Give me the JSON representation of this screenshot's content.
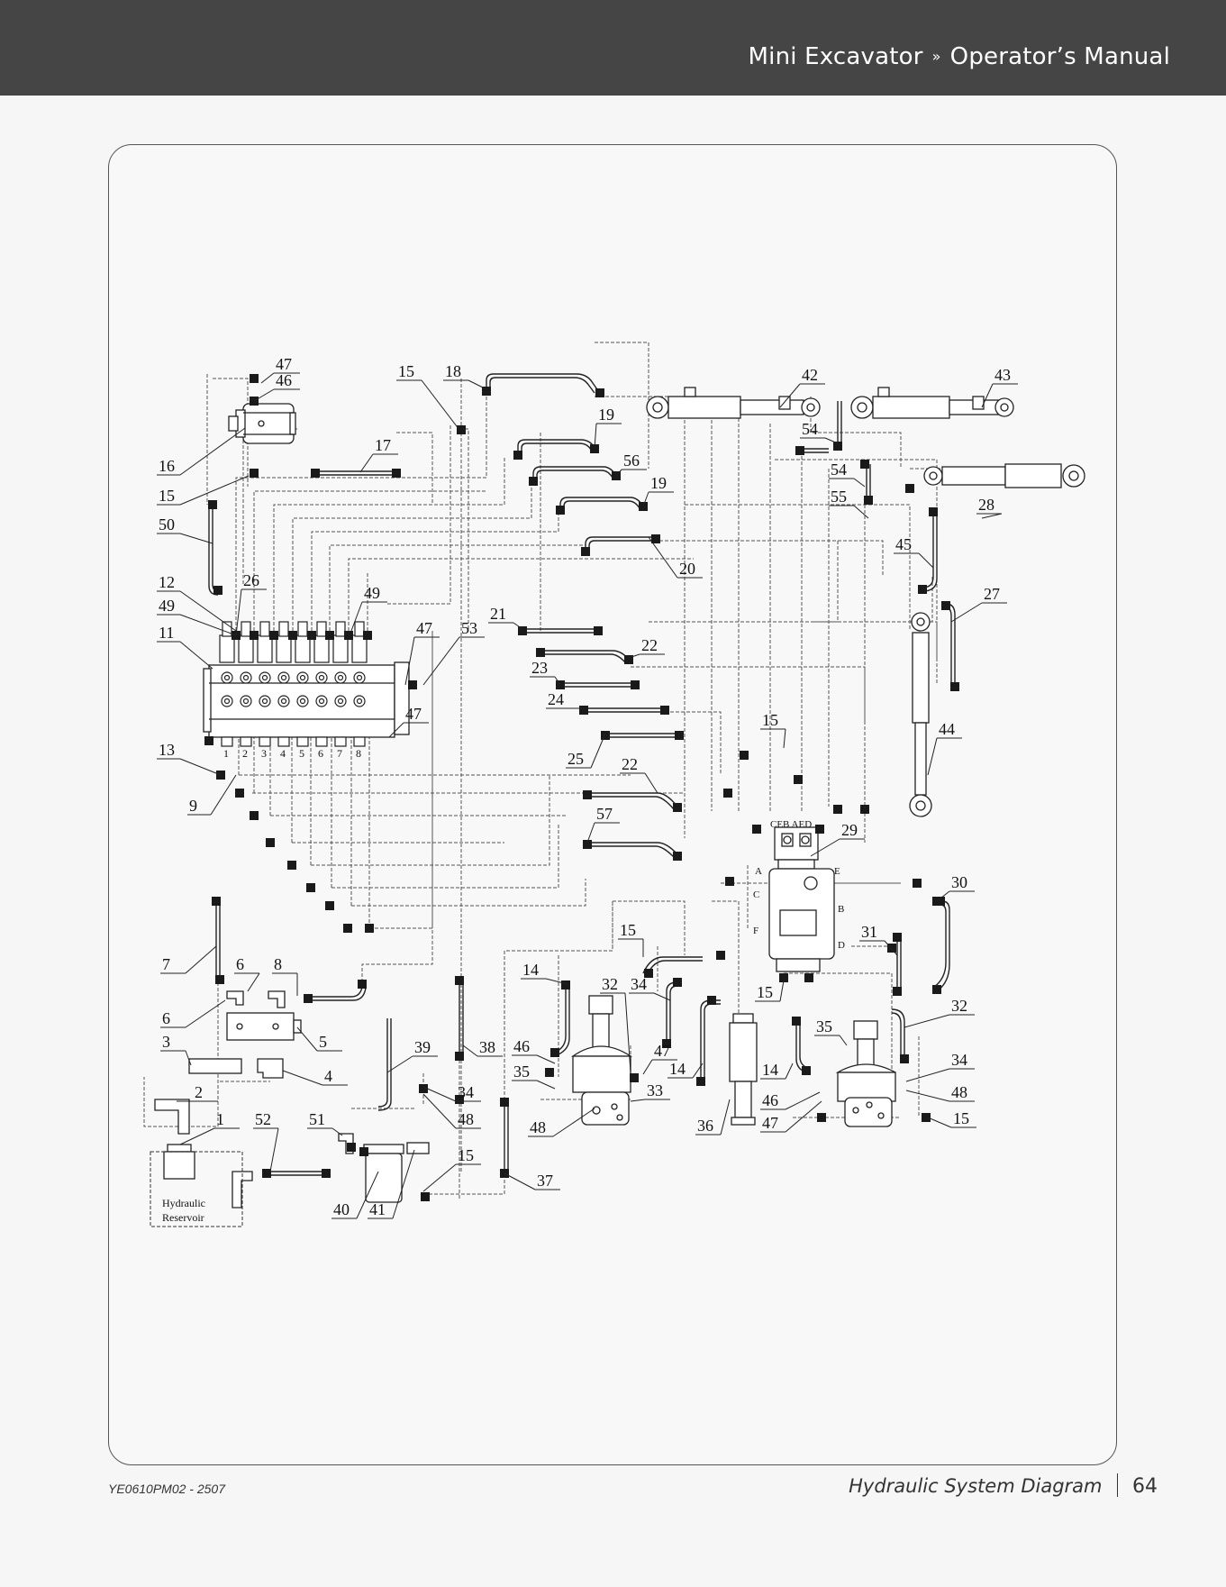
{
  "header": {
    "product": "Mini Excavator",
    "separator": "»",
    "manual": "Operator’s Manual"
  },
  "footer": {
    "doc_code": "YE0610PM02 - 2507",
    "section_title": "Hydraulic System Diagram",
    "page_number": "64"
  },
  "diagram": {
    "reservoir_label_line1": "Hydraulic",
    "reservoir_label_line2": "Reservoir",
    "valve_section_numbers": [
      "1",
      "2",
      "3",
      "4",
      "5",
      "6",
      "7",
      "8"
    ],
    "swivel_ports_top": "CEB AED",
    "swivel_ports_side": [
      "A",
      "C",
      "F",
      "E",
      "B",
      "D"
    ],
    "callouts": [
      {
        "n": "47"
      },
      {
        "n": "46"
      },
      {
        "n": "16"
      },
      {
        "n": "15"
      },
      {
        "n": "50"
      },
      {
        "n": "12"
      },
      {
        "n": "49"
      },
      {
        "n": "11"
      },
      {
        "n": "26"
      },
      {
        "n": "49"
      },
      {
        "n": "47"
      },
      {
        "n": "53"
      },
      {
        "n": "47"
      },
      {
        "n": "13"
      },
      {
        "n": "9"
      },
      {
        "n": "15"
      },
      {
        "n": "18"
      },
      {
        "n": "17"
      },
      {
        "n": "19"
      },
      {
        "n": "56"
      },
      {
        "n": "19"
      },
      {
        "n": "20"
      },
      {
        "n": "21"
      },
      {
        "n": "22"
      },
      {
        "n": "23"
      },
      {
        "n": "24"
      },
      {
        "n": "25"
      },
      {
        "n": "22"
      },
      {
        "n": "57"
      },
      {
        "n": "42"
      },
      {
        "n": "43"
      },
      {
        "n": "54"
      },
      {
        "n": "54"
      },
      {
        "n": "55"
      },
      {
        "n": "28"
      },
      {
        "n": "45"
      },
      {
        "n": "27"
      },
      {
        "n": "44"
      },
      {
        "n": "15"
      },
      {
        "n": "29"
      },
      {
        "n": "30"
      },
      {
        "n": "31"
      },
      {
        "n": "32"
      },
      {
        "n": "34"
      },
      {
        "n": "48"
      },
      {
        "n": "15"
      },
      {
        "n": "7"
      },
      {
        "n": "6"
      },
      {
        "n": "8"
      },
      {
        "n": "6"
      },
      {
        "n": "5"
      },
      {
        "n": "3"
      },
      {
        "n": "4"
      },
      {
        "n": "2"
      },
      {
        "n": "1"
      },
      {
        "n": "52"
      },
      {
        "n": "51"
      },
      {
        "n": "39"
      },
      {
        "n": "38"
      },
      {
        "n": "34"
      },
      {
        "n": "48"
      },
      {
        "n": "15"
      },
      {
        "n": "40"
      },
      {
        "n": "41"
      },
      {
        "n": "37"
      },
      {
        "n": "14"
      },
      {
        "n": "15"
      },
      {
        "n": "46"
      },
      {
        "n": "35"
      },
      {
        "n": "48"
      },
      {
        "n": "32"
      },
      {
        "n": "34"
      },
      {
        "n": "47"
      },
      {
        "n": "33"
      },
      {
        "n": "14"
      },
      {
        "n": "36"
      },
      {
        "n": "15"
      },
      {
        "n": "14"
      },
      {
        "n": "35"
      },
      {
        "n": "46"
      },
      {
        "n": "47"
      }
    ]
  }
}
